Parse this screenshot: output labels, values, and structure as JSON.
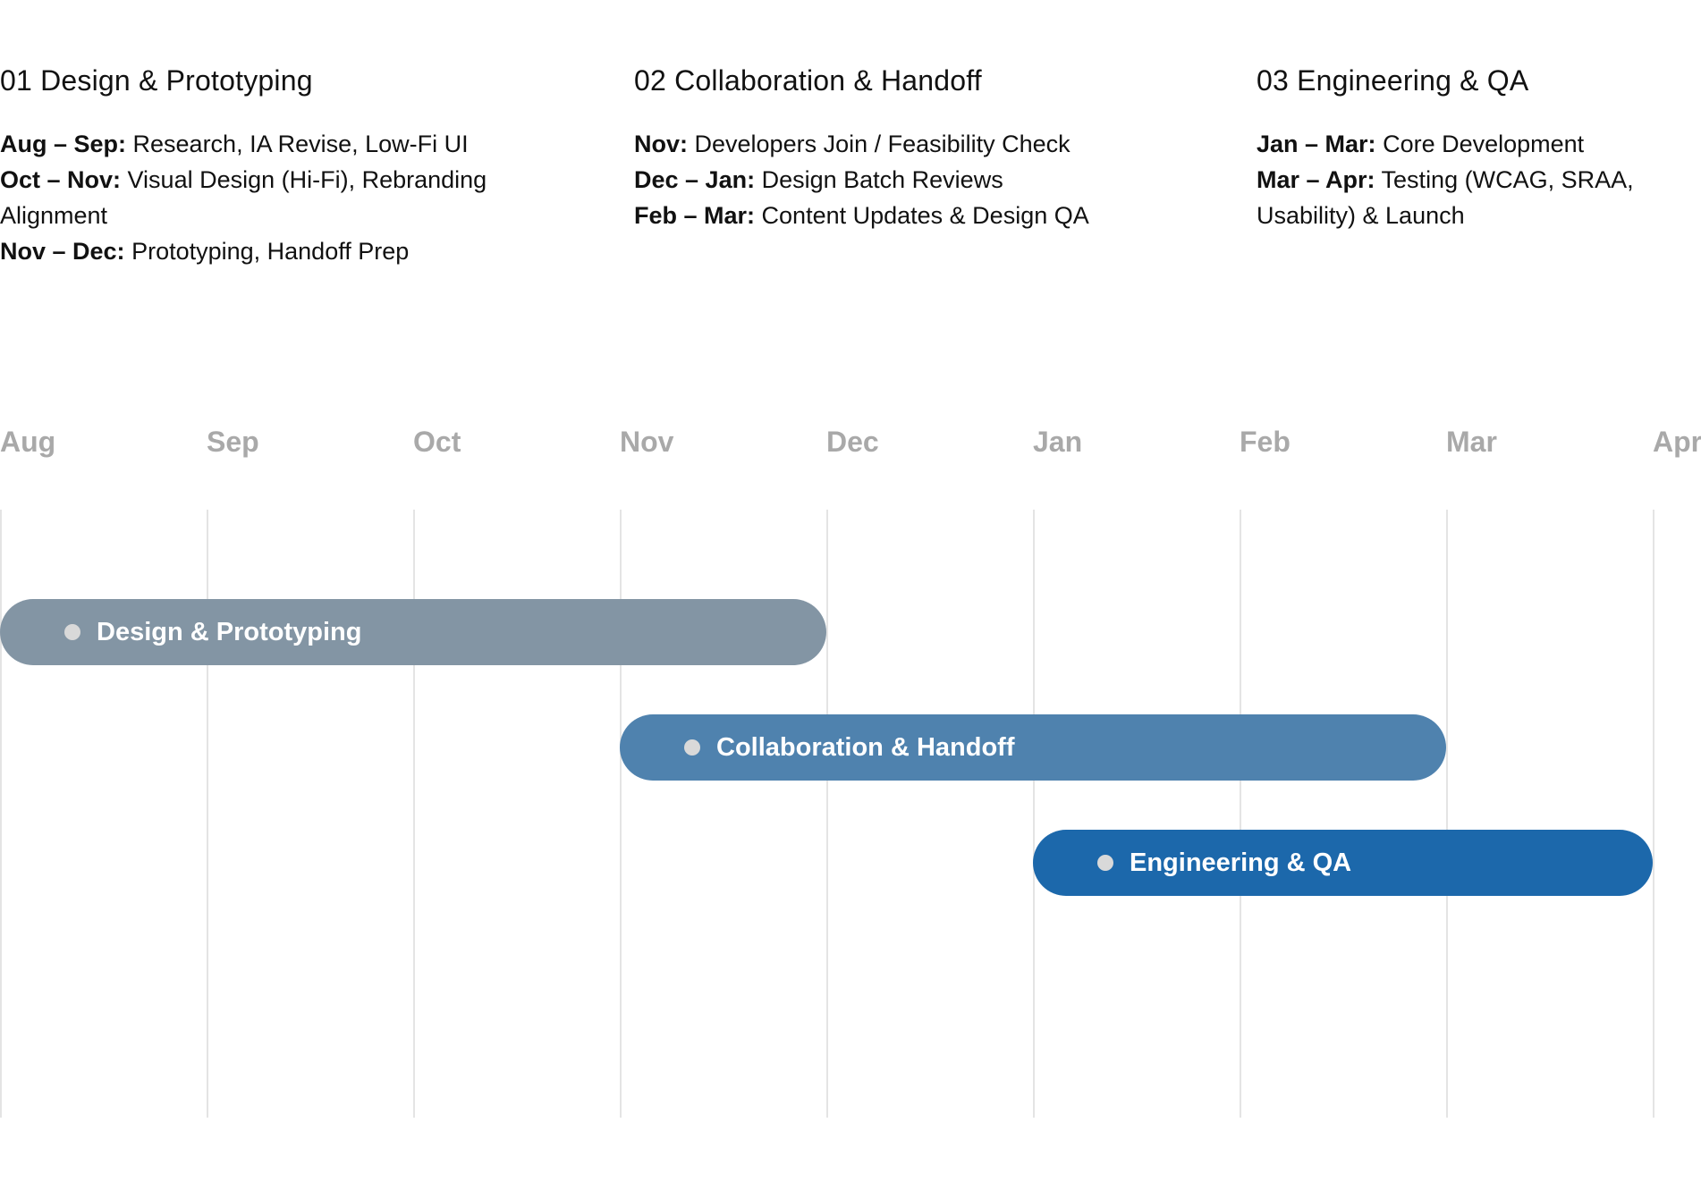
{
  "phases": [
    {
      "title": "01 Design & Prototyping",
      "items": [
        {
          "period": "Aug – Sep:",
          "text": " Research, IA Revise, Low-Fi UI"
        },
        {
          "period": "Oct – Nov:",
          "text": " Visual Design (Hi-Fi), Rebranding Alignment"
        },
        {
          "period": "Nov – Dec:",
          "text": " Prototyping, Handoff Prep"
        }
      ]
    },
    {
      "title": "02 Collaboration & Handoff",
      "items": [
        {
          "period": "Nov:",
          "text": " Developers Join / Feasibility Check"
        },
        {
          "period": "Dec – Jan:",
          "text": " Design Batch Reviews"
        },
        {
          "period": "Feb – Mar:",
          "text": " Content Updates & Design QA"
        }
      ]
    },
    {
      "title": "03 Engineering & QA",
      "items": [
        {
          "period": "Jan – Mar:",
          "text": " Core Development"
        },
        {
          "period": "Mar – Apr:",
          "text": " Testing (WCAG, SRAA, Usability) & Launch"
        }
      ]
    }
  ],
  "months": [
    "Aug",
    "Sep",
    "Oct",
    "Nov",
    "Dec",
    "Jan",
    "Feb",
    "Mar",
    "Apr"
  ],
  "bars": [
    {
      "label": "Design & Prototyping",
      "start": "Aug",
      "end": "Dec",
      "color": "#8395a4"
    },
    {
      "label": "Collaboration & Handoff",
      "start": "Nov",
      "end": "Mar",
      "color": "#4f82ae"
    },
    {
      "label": "Engineering & QA",
      "start": "Jan",
      "end": "Apr",
      "color": "#1c68ab"
    }
  ]
}
